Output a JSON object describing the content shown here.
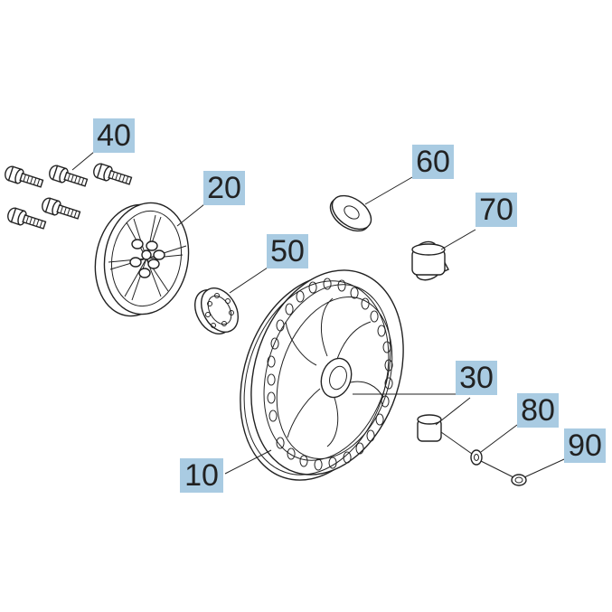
{
  "diagram": {
    "callouts": [
      {
        "id": "bolt",
        "label": "40"
      },
      {
        "id": "hub-cap",
        "label": "20"
      },
      {
        "id": "bearing",
        "label": "50"
      },
      {
        "id": "wheel",
        "label": "10"
      },
      {
        "id": "washer-large",
        "label": "60"
      },
      {
        "id": "bushing",
        "label": "70"
      },
      {
        "id": "spacer",
        "label": "30"
      },
      {
        "id": "washer-small",
        "label": "80"
      },
      {
        "id": "clip-ring",
        "label": "90"
      }
    ],
    "colors": {
      "callout_bg": "#a9cbe2",
      "line": "#222222",
      "background": "#ffffff"
    }
  }
}
